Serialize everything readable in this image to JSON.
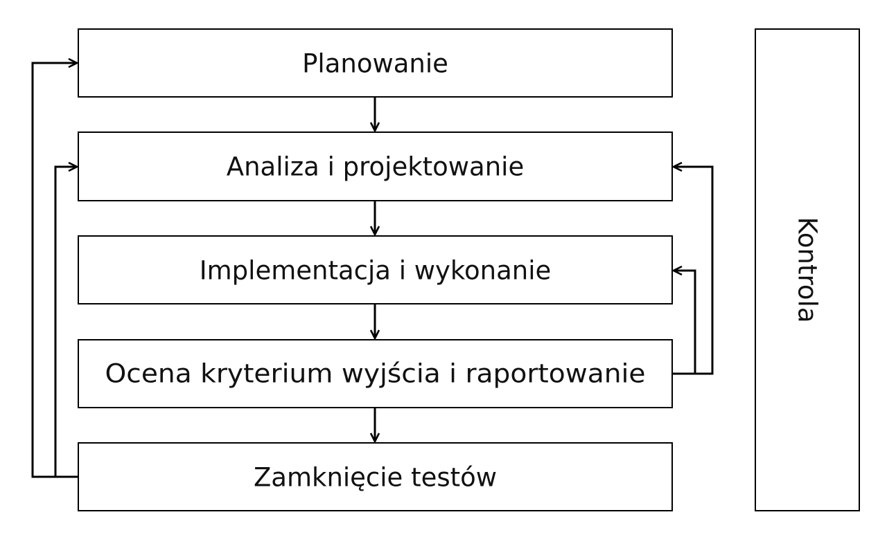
{
  "diagram": {
    "stages": [
      {
        "id": "planning",
        "label": "Planowanie"
      },
      {
        "id": "analysis",
        "label": "Analiza i projektowanie"
      },
      {
        "id": "implementation",
        "label": "Implementacja i wykonanie"
      },
      {
        "id": "evaluation",
        "label": "Ocena kryterium wyjścia i raportowanie"
      },
      {
        "id": "closure",
        "label": "Zamknięcie testów"
      }
    ],
    "control": {
      "label": "Kontrola"
    }
  }
}
